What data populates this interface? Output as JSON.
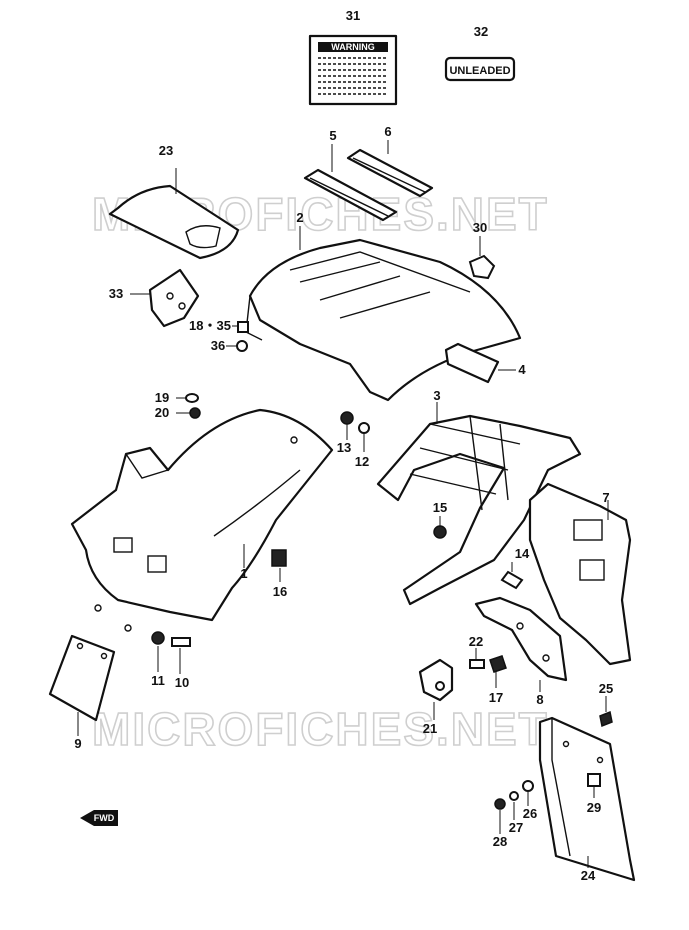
{
  "watermark": "MICROFICHES.NET",
  "unleaded_label": "UNLEADED",
  "warning_label": "WARNING",
  "fwd_label": "FWD",
  "callouts": {
    "p1": "1",
    "p2": "2",
    "p3": "3",
    "p4": "4",
    "p5": "5",
    "p6": "6",
    "p7": "7",
    "p8": "8",
    "p9": "9",
    "p10": "10",
    "p11": "11",
    "p12": "12",
    "p13": "13",
    "p14": "14",
    "p15": "15",
    "p16": "16",
    "p17": "17",
    "p18_35": "18・35",
    "p19": "19",
    "p20": "20",
    "p21": "21",
    "p22": "22",
    "p23": "23",
    "p24": "24",
    "p25": "25",
    "p26": "26",
    "p27": "27",
    "p28": "28",
    "p29": "29",
    "p30": "30",
    "p31": "31",
    "p32": "32",
    "p33": "33",
    "p36": "36"
  }
}
